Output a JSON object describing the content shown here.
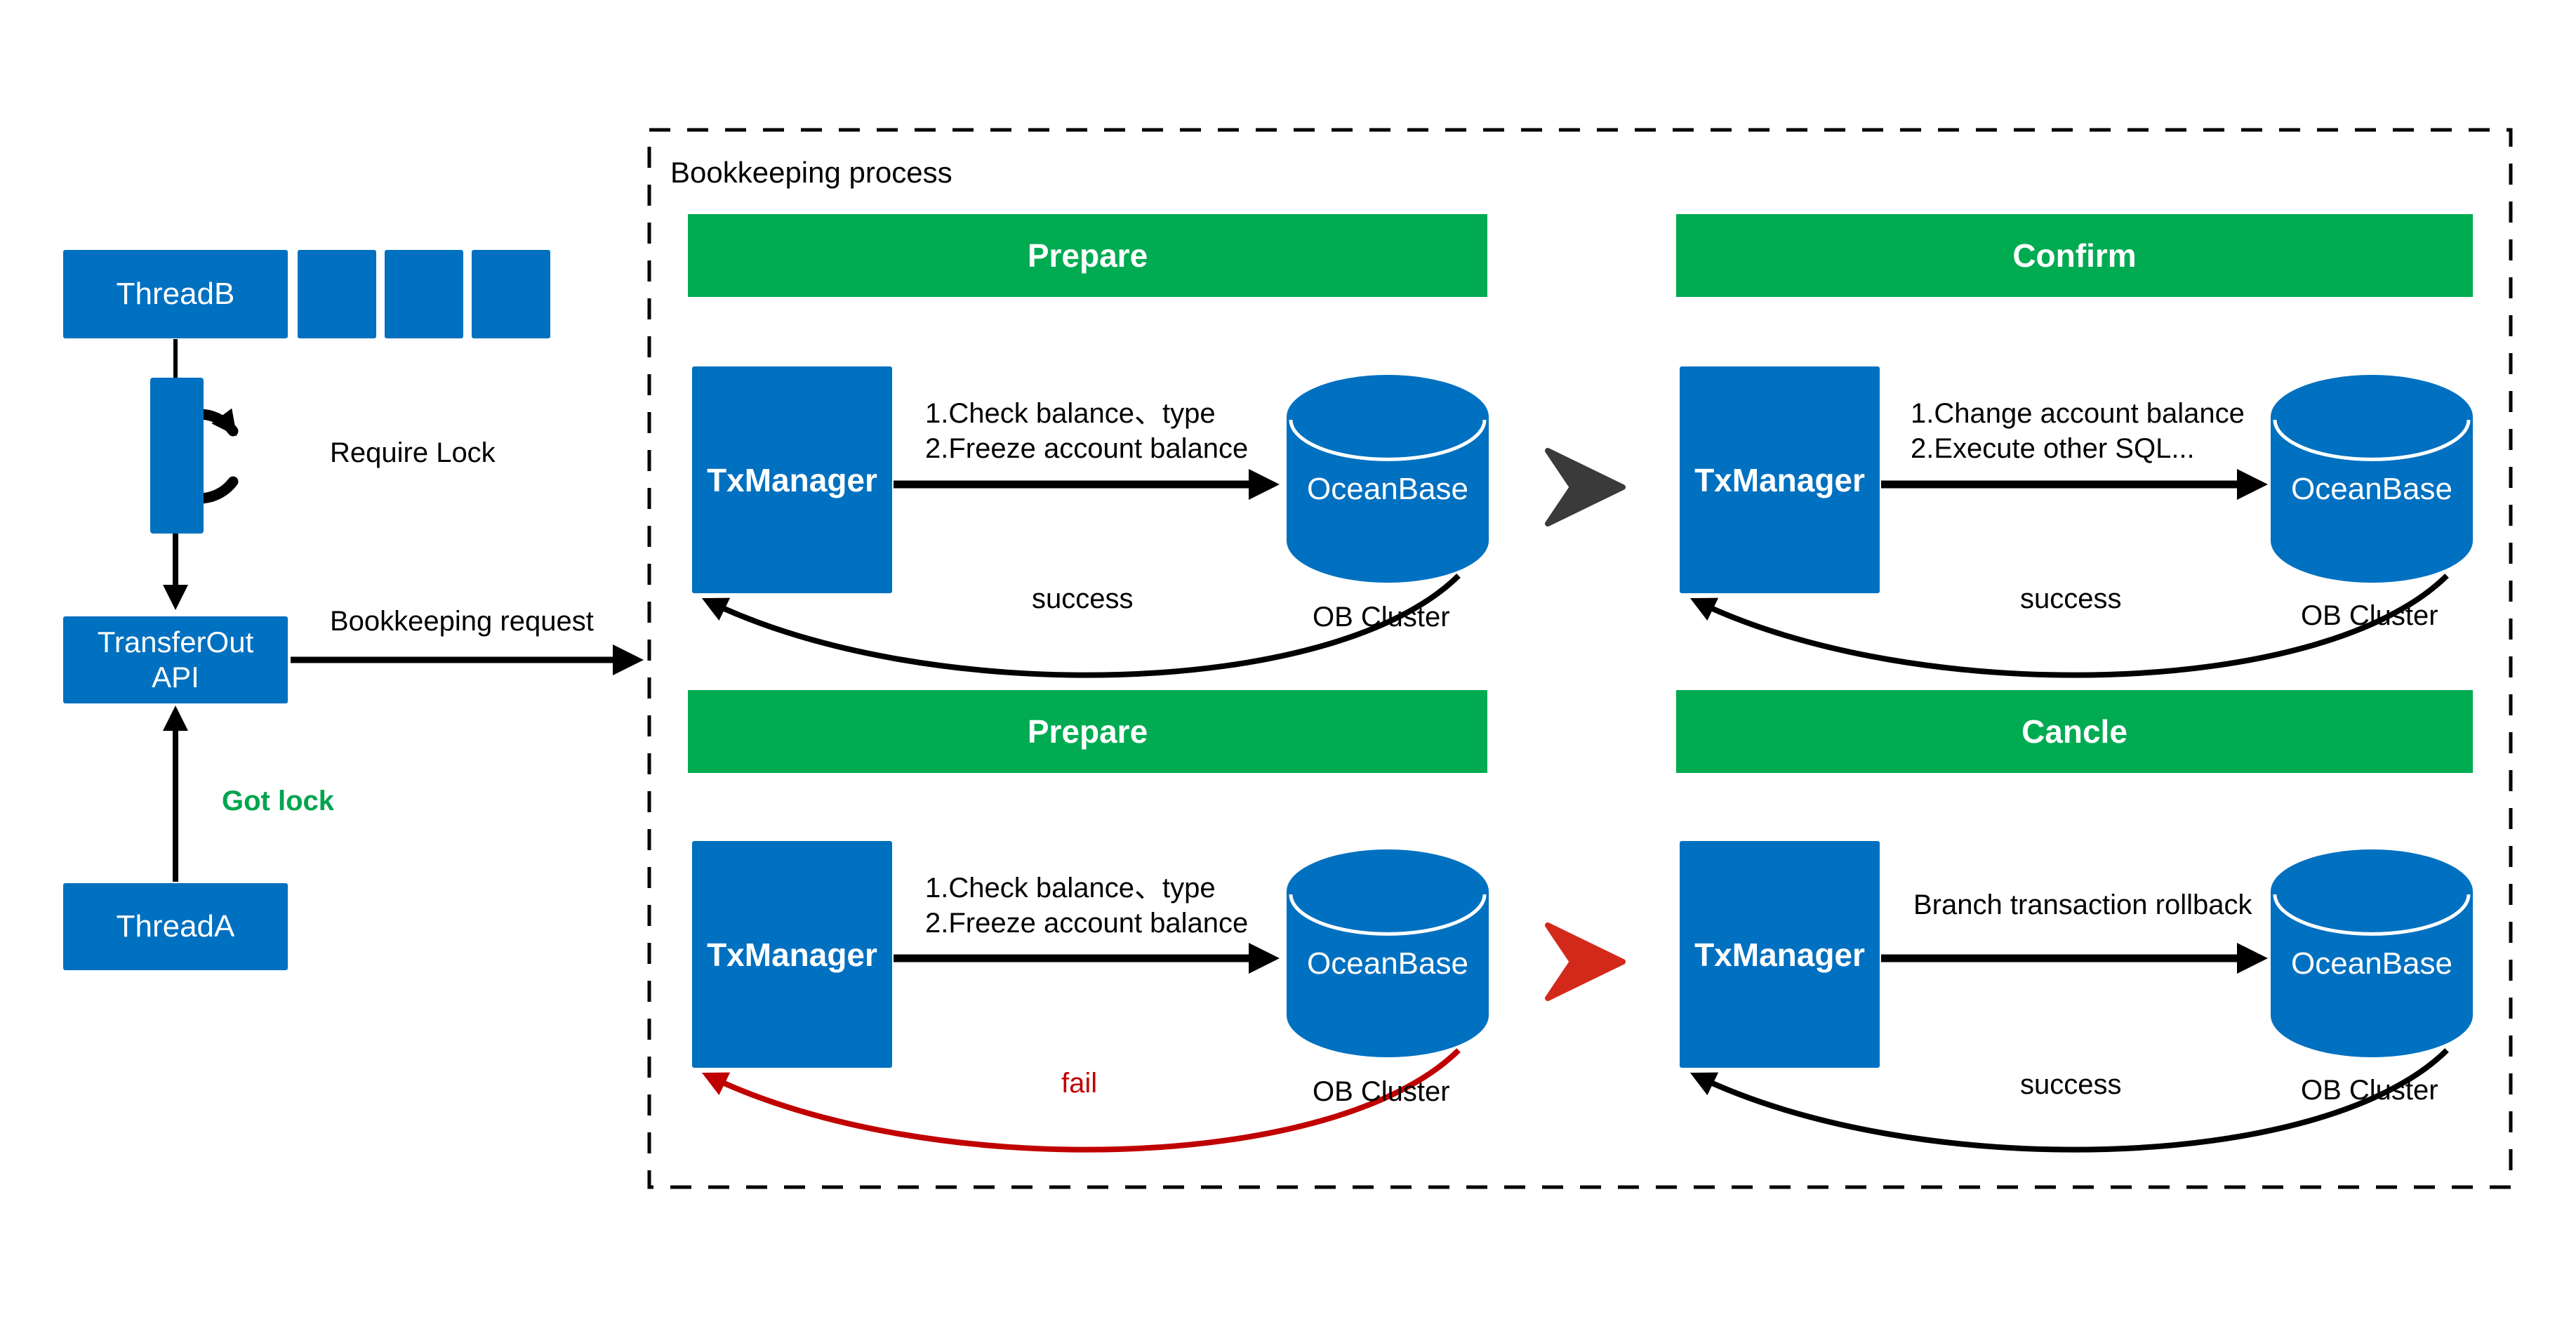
{
  "colors": {
    "blue": "#0070C0",
    "green": "#00AB52",
    "green-text": "#00A44F",
    "red-bright": "#D3291B",
    "red-dark": "#C00000",
    "chevron-dark": "#3A3A3A"
  },
  "left_flow": {
    "thread_b_label": "ThreadB",
    "require_lock_label": "Require Lock",
    "transfer_out_line1": "TransferOut",
    "transfer_out_line2": "API",
    "bookkeeping_request_label": "Bookkeeping request",
    "got_lock_label": "Got lock",
    "thread_a_label": "ThreadA"
  },
  "process": {
    "title": "Bookkeeping process",
    "quadrants": [
      {
        "phase": "Prepare",
        "manager": "TxManager",
        "database": "OceanBase",
        "database_caption": "OB Cluster",
        "request_lines": [
          "1.Check balance、type",
          "2.Freeze account balance"
        ],
        "result": "success"
      },
      {
        "phase": "Confirm",
        "manager": "TxManager",
        "database": "OceanBase",
        "database_caption": "OB Cluster",
        "request_lines": [
          "1.Change account balance",
          "2.Execute other SQL..."
        ],
        "result": "success"
      },
      {
        "phase": "Prepare",
        "manager": "TxManager",
        "database": "OceanBase",
        "database_caption": "OB Cluster",
        "request_lines": [
          "1.Check balance、type",
          "2.Freeze account balance"
        ],
        "result": "fail"
      },
      {
        "phase": "Cancle",
        "manager": "TxManager",
        "database": "OceanBase",
        "database_caption": "OB Cluster",
        "request_lines": [
          "Branch transaction rollback"
        ],
        "result": "success"
      }
    ]
  }
}
